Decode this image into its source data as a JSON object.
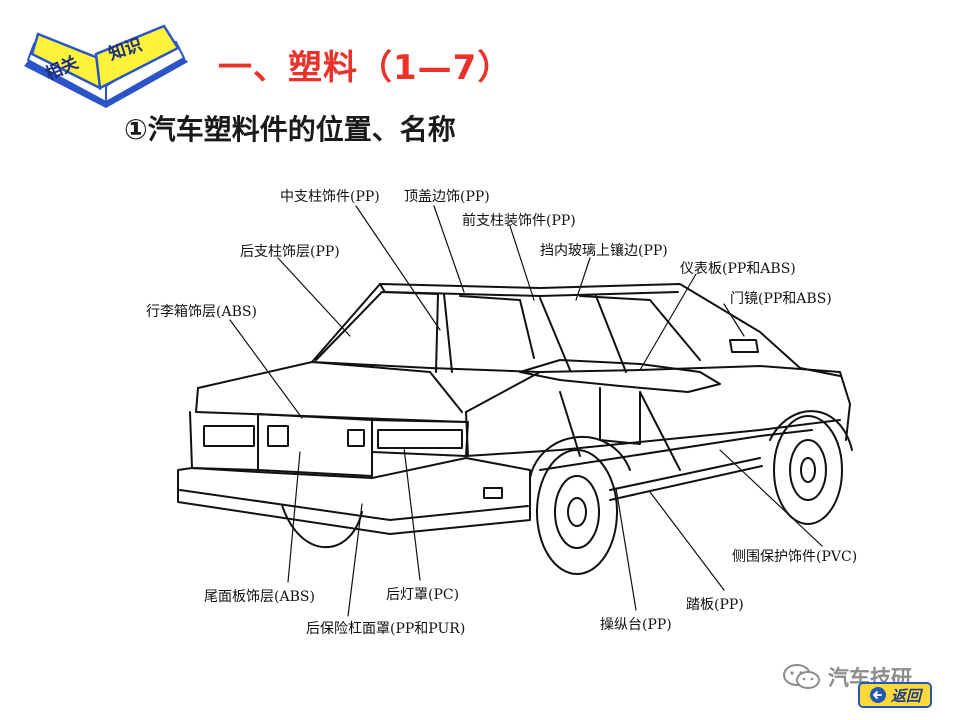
{
  "badge": {
    "left_text": "相关",
    "right_text": "知识"
  },
  "title": "一、塑料（1—7）",
  "subtitle": "①汽车塑料件的位置、名称",
  "labels": {
    "center_pillar": "中支柱饰件(PP)",
    "roof_trim": "顶盖边饰(PP)",
    "front_pillar": "前支柱装饰件(PP)",
    "rear_pillar": "后支柱饰层(PP)",
    "windshield": "挡内玻璃上镶边(PP)",
    "dashboard": "仪表板(PP和ABS)",
    "trunk": "行李箱饰层(ABS)",
    "mirror": "门镜(PP和ABS)",
    "side_trim": "侧围保护饰件(PVC)",
    "step": "踏板(PP)",
    "rear_panel": "尾面板饰层(ABS)",
    "rear_lamp": "后灯罩(PC)",
    "console": "操纵台(PP)",
    "bumper": "后保险杠面罩(PP和PUR)"
  },
  "watermark": "汽车技研",
  "back_button": "返回",
  "colors": {
    "title": "#e8322a",
    "badge_yellow": "#fff23a",
    "badge_blue": "#2b54c8",
    "back_yellow": "#ffd93a"
  }
}
